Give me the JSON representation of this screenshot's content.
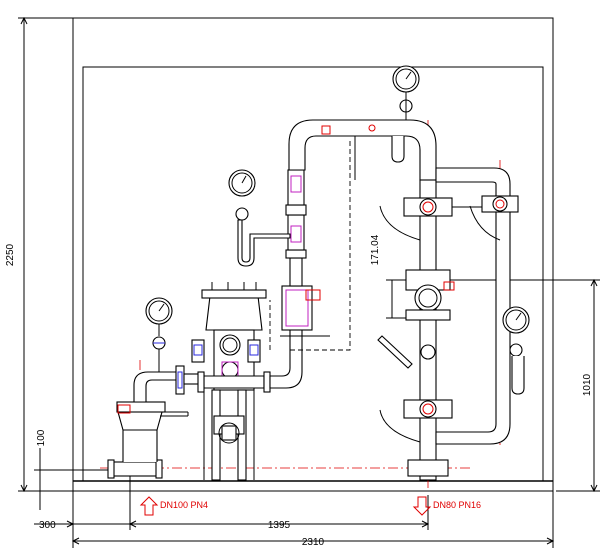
{
  "dimensions": {
    "total_height": "2250",
    "base_height": "100",
    "offset_left": "300",
    "inlet_to_outlet": "1395",
    "total_width": "2310",
    "right_height": "1010",
    "valve_spacing": "171.04"
  },
  "connections": {
    "inlet_label": "DN100 PN4",
    "outlet_label": "DN80 PN16"
  },
  "colors": {
    "outline": "#000000",
    "centerline": "#e00000",
    "instrument": "#2a2adf",
    "valve_accent": "#c020c0"
  }
}
